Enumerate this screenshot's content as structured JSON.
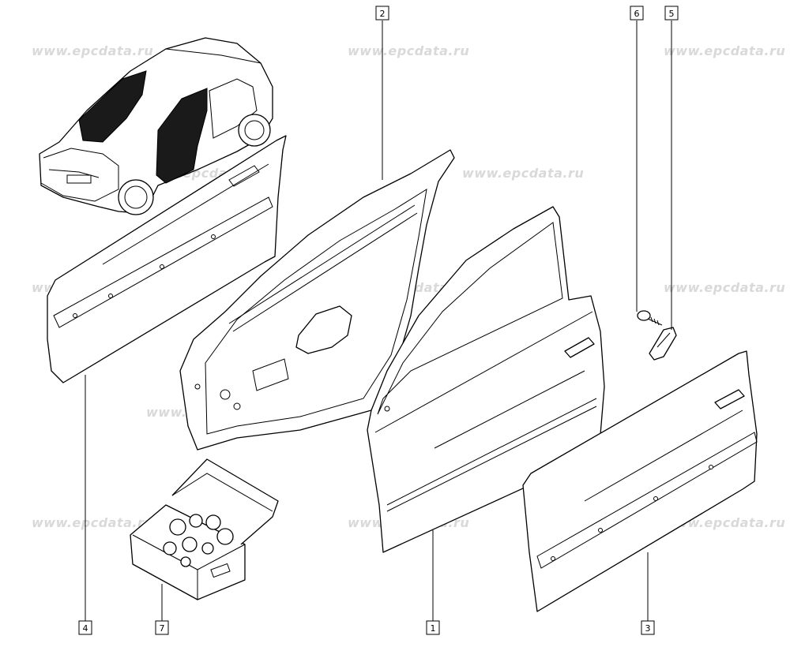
{
  "watermark_text": "www.epcdata.ru",
  "callouts": [
    "1",
    "2",
    "3",
    "4",
    "5",
    "6",
    "7"
  ]
}
